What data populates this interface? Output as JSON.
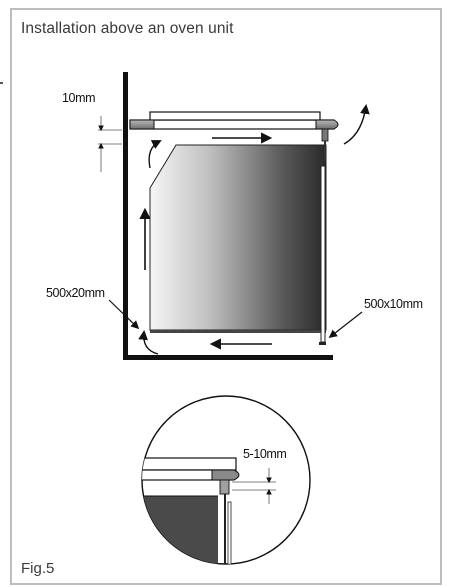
{
  "title": "Installation above an oven unit",
  "figure_label": "Fig.5",
  "labels": {
    "gap_top": "10mm",
    "vent_left": "500x20mm",
    "vent_right": "500x10mm",
    "detail_gap": "5-10mm"
  },
  "colors": {
    "frame_border": "#bdbdbd",
    "line": "#111111",
    "hob": "#8c8c8c",
    "oven_dark": "#2e2e2e",
    "oven_light": "#f4f4f4"
  }
}
